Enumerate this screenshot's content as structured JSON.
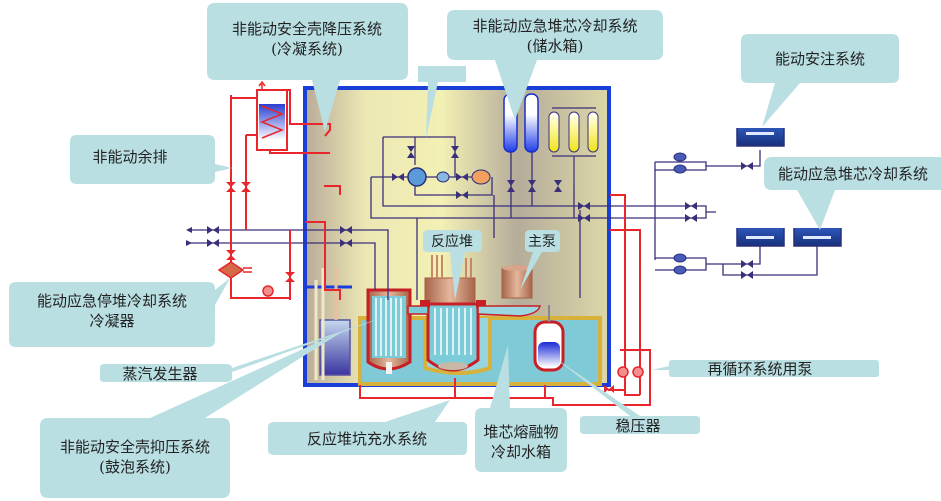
{
  "title": "核电站安全系统示意图",
  "colors": {
    "callout": "#b9dfe2",
    "containment": "#1a3fd8",
    "pipe_red": "#e8262b",
    "pipe_navy": "#3a2f7a",
    "water": "#7ccbd8",
    "copper": "#c8866a",
    "yellow_tank": "#f3ec3a"
  },
  "labels": {
    "passive_containment_depressurization": {
      "line1": "非能动安全壳降压系统",
      "line2": "(冷凝系统)"
    },
    "passive_emergency_core_cooling": {
      "line1": "非能动应急堆芯冷却系统",
      "line2": "(储水箱)"
    },
    "active_safety_injection": {
      "line1": "能动安注系统"
    },
    "active_emergency_core_cooling": {
      "line1": "能动应急堆芯冷却系统"
    },
    "passive_residual_heat_removal": {
      "line1": "非能动余排"
    },
    "active_emergency_shutdown_condenser": {
      "line1": "能动应急停堆冷却系统",
      "line2": "冷凝器"
    },
    "steam_generator": {
      "line1": "蒸汽发生器"
    },
    "passive_containment_suppression": {
      "line1": "非能动安全壳抑压系统",
      "line2": "(鼓泡系统)"
    },
    "reactor_cavity_flooding": {
      "line1": "反应堆坑充水系统"
    },
    "core_melt_cooling_tank": {
      "line1": "堆芯熔融物",
      "line2": "冷却水箱"
    },
    "pressurizer": {
      "line1": "稳压器"
    },
    "recirculation_pump": {
      "line1": "再循环系统用泵"
    },
    "reactor": {
      "line1": "反应堆"
    },
    "main_pump": {
      "line1": "主泵"
    }
  }
}
